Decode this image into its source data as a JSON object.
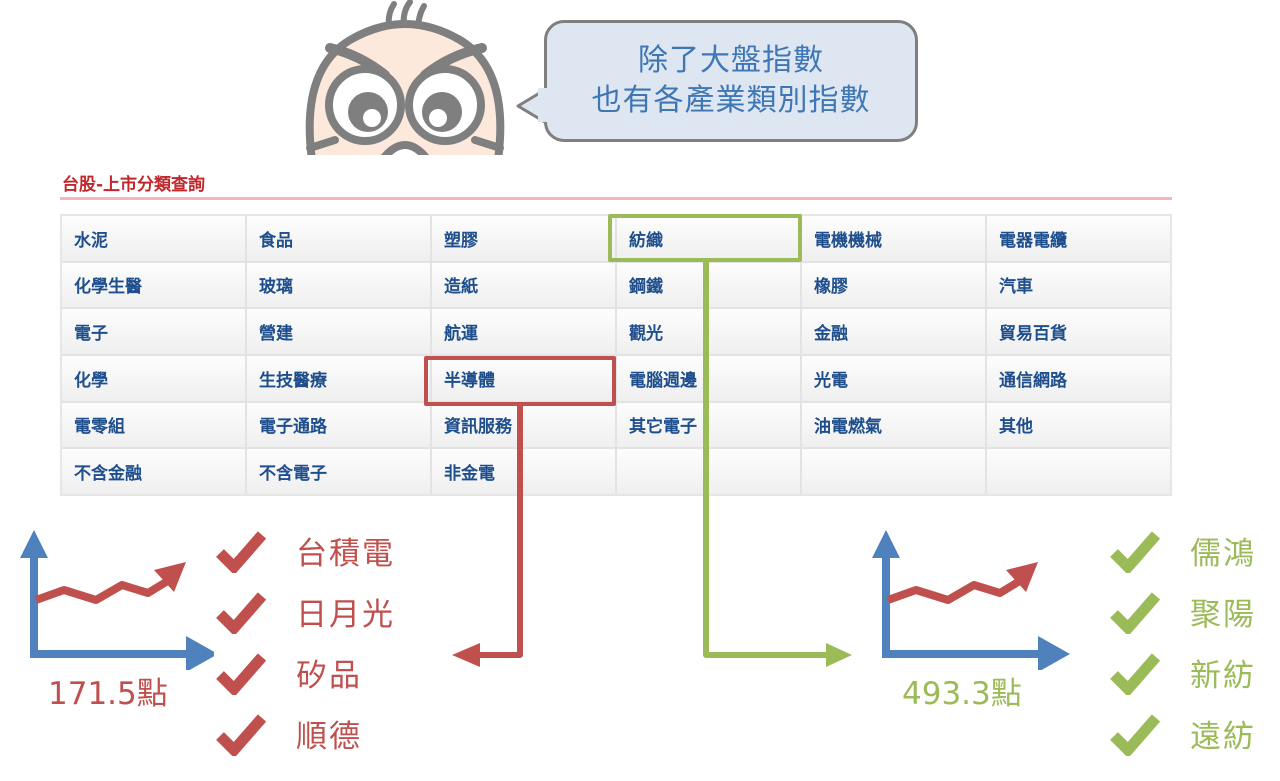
{
  "bubble": {
    "line1": "除了大盤指數",
    "line2": "也有各產業類別指數"
  },
  "section_title": "台股-上市分類查詢",
  "categories": [
    [
      "水泥",
      "食品",
      "塑膠",
      "紡織",
      "電機機械",
      "電器電纜"
    ],
    [
      "化學生醫",
      "玻璃",
      "造紙",
      "鋼鐵",
      "橡膠",
      "汽車"
    ],
    [
      "電子",
      "營建",
      "航運",
      "觀光",
      "金融",
      "貿易百貨"
    ],
    [
      "化學",
      "生技醫療",
      "半導體",
      "電腦週邊",
      "光電",
      "通信網路"
    ],
    [
      "電零組",
      "電子通路",
      "資訊服務",
      "其它電子",
      "油電燃氣",
      "其他"
    ],
    [
      "不含金融",
      "不含電子",
      "非金電",
      "",
      "",
      ""
    ]
  ],
  "highlights": {
    "semiconductor": {
      "category": "半導體",
      "index_value": "171.5點",
      "color": "#c0504d",
      "stocks": [
        "台積電",
        "日月光",
        "矽品",
        "順德"
      ]
    },
    "textile": {
      "category": "紡織",
      "index_value": "493.3點",
      "color": "#9bbb59",
      "stocks": [
        "儒鴻",
        "聚陽",
        "新紡",
        "遠紡"
      ]
    }
  },
  "colors": {
    "title_red": "#c0282c",
    "cell_text_blue": "#1e4e8c",
    "axis_blue": "#4f81bd",
    "bubble_fill": "#dde6f1",
    "bubble_text": "#3f76b4"
  }
}
